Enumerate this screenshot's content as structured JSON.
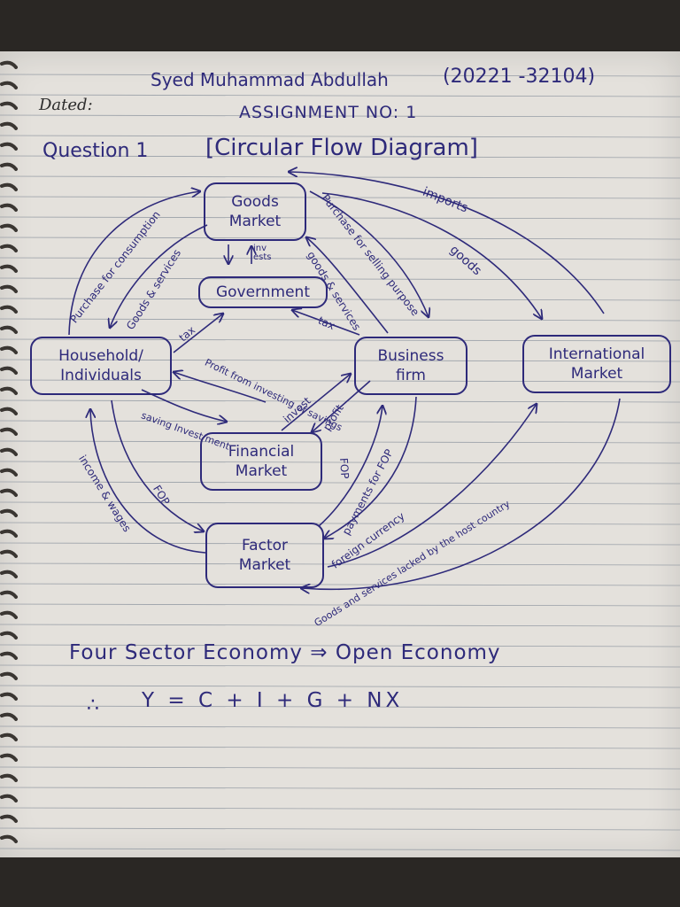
{
  "header": {
    "name": "Syed Muhammad Abdullah",
    "id": "(20221 -32104)",
    "dated_label": "Dated:",
    "assignment": "ASSIGNMENT NO: 1",
    "question": "Question 1",
    "question_title": "[Circular Flow Diagram]"
  },
  "nodes": {
    "goods_market": [
      "Goods",
      "Market"
    ],
    "government": "Government",
    "household": [
      "Household/",
      "Individuals"
    ],
    "business": [
      "Business",
      "firm"
    ],
    "international": [
      "International",
      "Market"
    ],
    "financial": [
      "Financial",
      "Market"
    ],
    "factor": [
      "Factor",
      "Market"
    ]
  },
  "flows": {
    "purchase_consumption": "Purchase for consumption",
    "goods_services_left": "Goods & services",
    "purchase_selling": "Purchase for selling purpose",
    "goods_services_mid": "goods & services",
    "imports": "imports",
    "goods": "goods",
    "inv_ests": "inv ests",
    "tax_left": "tax",
    "tax_right": "tax",
    "profit_from_investing": "Profit from investing of savings",
    "saving_investment": "saving Invest ment",
    "invest": "invest",
    "profit": "profit",
    "fop_right": "FOP",
    "payments_fop": "payments for FOP",
    "foreign_currency": "foreign currency",
    "income_wages": "income & wages",
    "fop_left": "FOP",
    "goods_services_bottom": "Goods and services lacked by the host country"
  },
  "footer": {
    "line1": "Four Sector Economy ⇒ Open Economy",
    "line2_prefix": "∴",
    "equation": "Y = C + I + G + NX"
  },
  "colors": {
    "ink": "#2e2a7a",
    "paper": "#e4e1dc",
    "rule": "#9aa0a8"
  }
}
